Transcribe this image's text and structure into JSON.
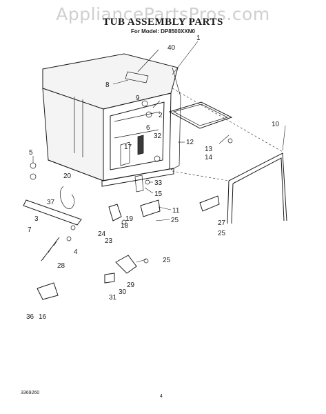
{
  "watermark": "AppliancePartsPros.com",
  "header": {
    "title": "TUB ASSEMBLY PARTS",
    "model": "For Model: DP8500XXN0"
  },
  "callouts": [
    "1",
    "40",
    "8",
    "9",
    "2",
    "6",
    "32",
    "12",
    "13",
    "14",
    "10",
    "17",
    "5",
    "33",
    "20",
    "15",
    "37",
    "11",
    "3",
    "19",
    "18",
    "25",
    "27",
    "7",
    "24",
    "23",
    "4",
    "28",
    "29",
    "30",
    "31",
    "36",
    "16"
  ],
  "footer": {
    "code": "3369260",
    "page": "4"
  }
}
